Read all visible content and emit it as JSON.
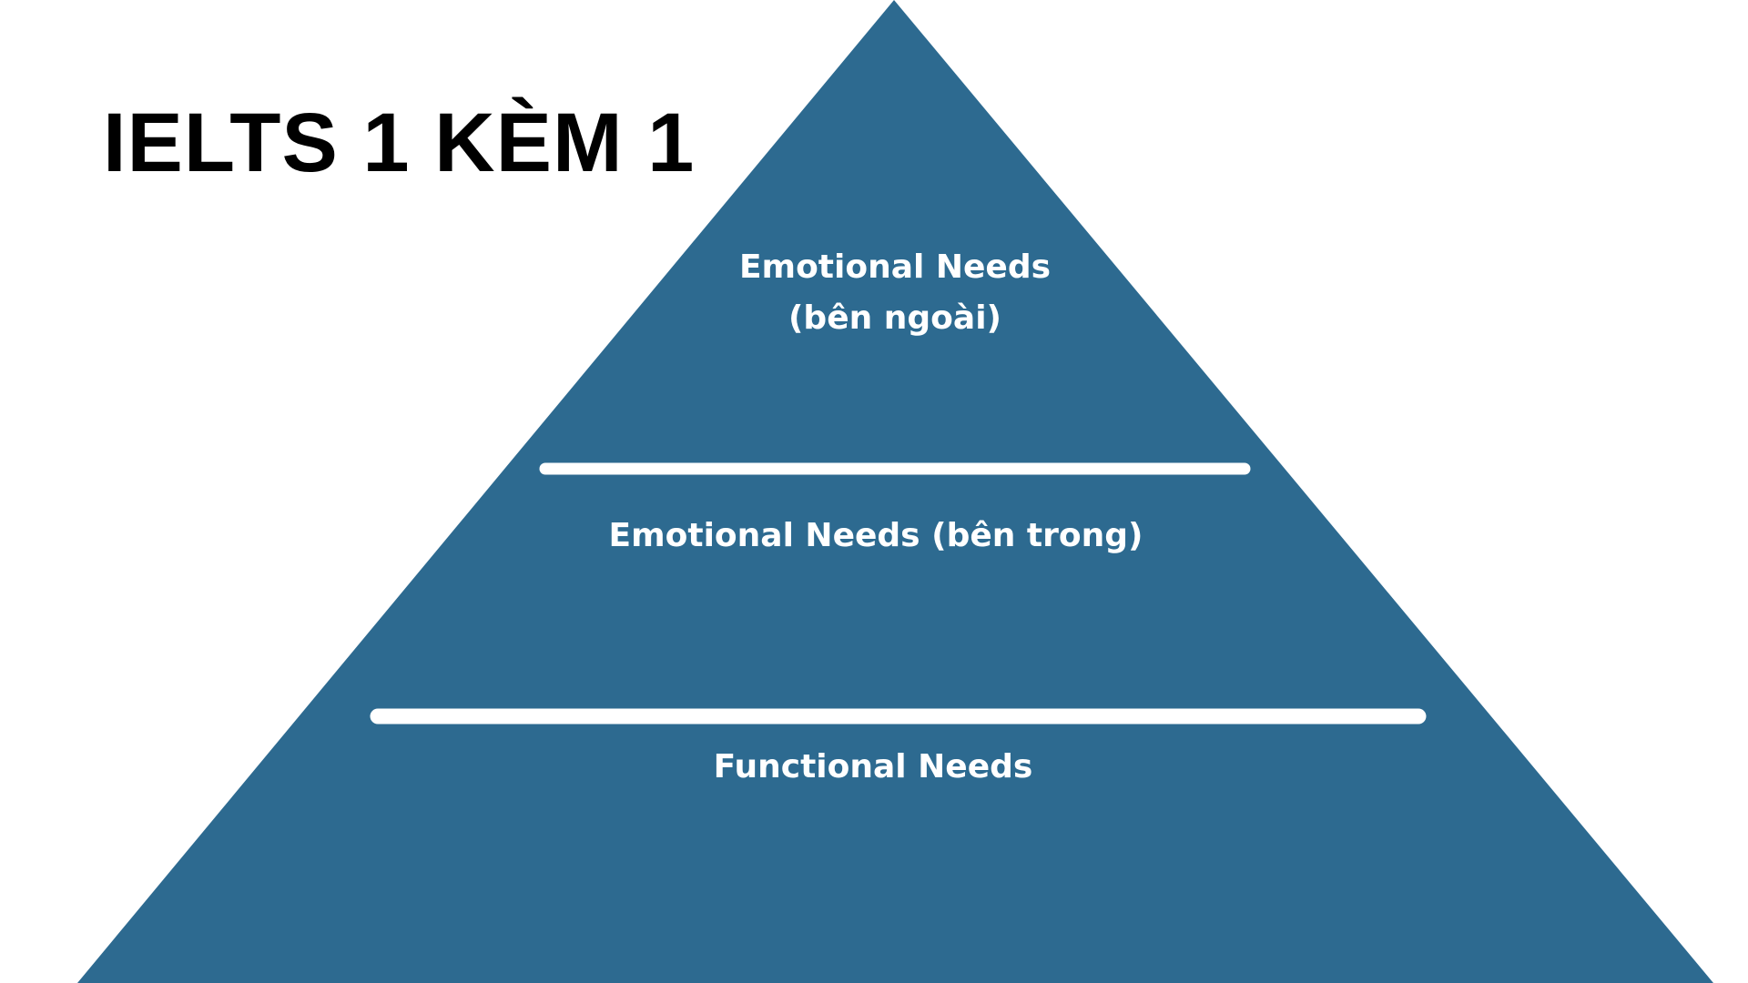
{
  "title": "IELTS 1 KÈM 1",
  "colors": {
    "pyramid_fill": "#2d6a90",
    "divider": "#ffffff",
    "label_text": "#ffffff",
    "title_text": "#000000"
  },
  "tiers": [
    {
      "line1": "Emotional Needs",
      "line2": "(bên ngoài)"
    },
    {
      "line1": "Emotional Needs (bên trong)"
    },
    {
      "line1": "Functional Needs"
    }
  ]
}
